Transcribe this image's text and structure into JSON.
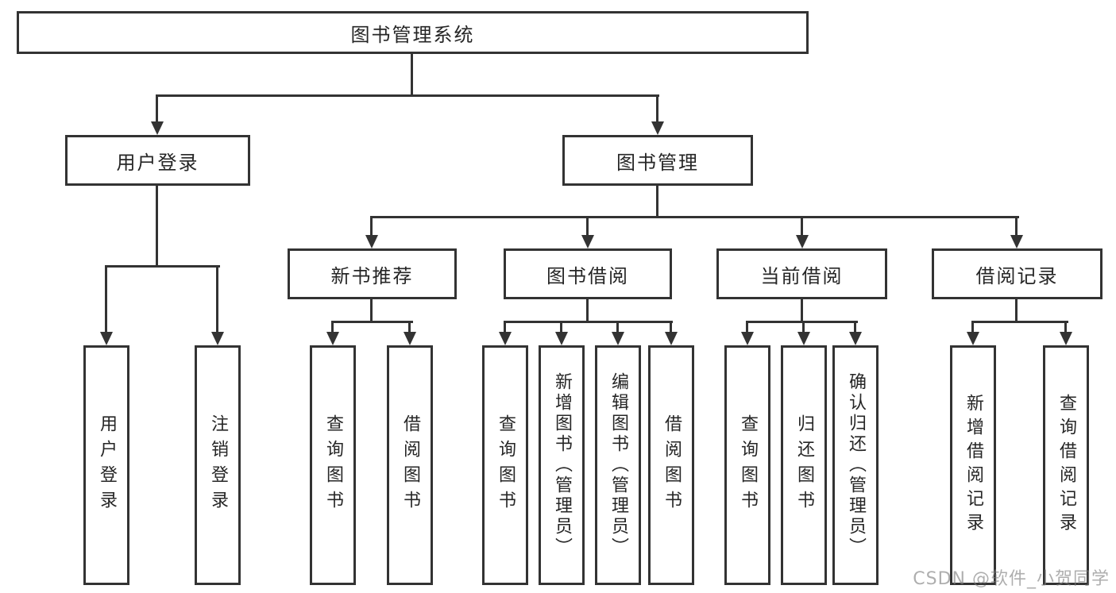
{
  "diagram": {
    "title": "图书管理系统",
    "root": {
      "label": "图书管理系统"
    },
    "level2": [
      {
        "label": "用户登录"
      },
      {
        "label": "图书管理"
      }
    ],
    "level3": [
      {
        "label": "新书推荐"
      },
      {
        "label": "图书借阅"
      },
      {
        "label": "当前借阅"
      },
      {
        "label": "借阅记录"
      }
    ],
    "leaves": {
      "user_login": [
        {
          "label": "用户登录"
        },
        {
          "label": "注销登录"
        }
      ],
      "new_book": [
        {
          "label": "查询图书"
        },
        {
          "label": "借阅图书"
        }
      ],
      "borrow": [
        {
          "label": "查询图书"
        },
        {
          "label": "新增图书（管理员）"
        },
        {
          "label": "编辑图书（管理员）"
        },
        {
          "label": "借阅图书"
        }
      ],
      "current": [
        {
          "label": "查询图书"
        },
        {
          "label": "归还图书"
        },
        {
          "label": "确认归还（管理员）"
        }
      ],
      "records": [
        {
          "label": "新增借阅记录"
        },
        {
          "label": "查询借阅记录"
        }
      ]
    },
    "watermark": "CSDN @软件_小贺同学",
    "colors": {
      "line": "#333333",
      "border": "#333333",
      "text": "#262626",
      "watermark": "#7d7d7d"
    }
  }
}
